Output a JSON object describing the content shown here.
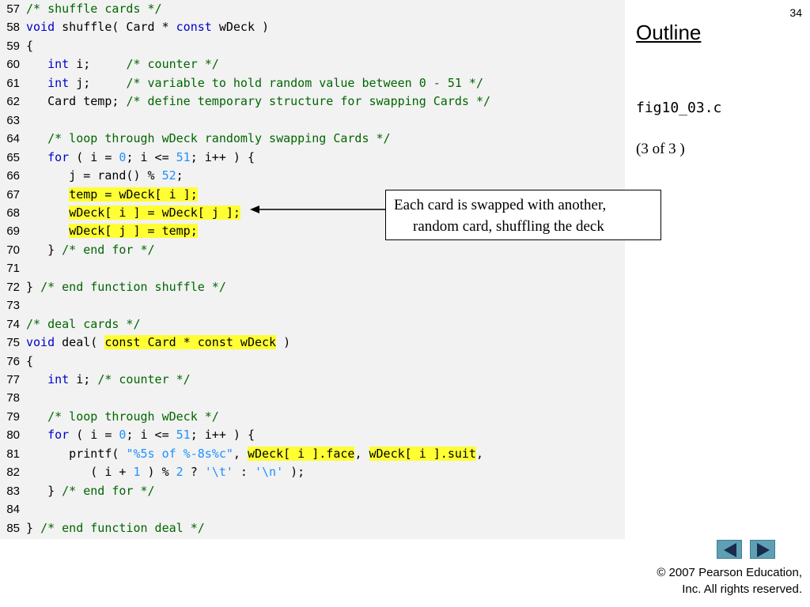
{
  "slide": {
    "number": "34",
    "outline": "Outline",
    "figure": "fig10_03.c",
    "page": "(3 of 3 )"
  },
  "callout": {
    "line1": "Each card is swapped with another,",
    "line2": "random card, shuffling the deck"
  },
  "footer": {
    "line1": "© 2007 Pearson Education,",
    "line2": "Inc.  All rights reserved."
  },
  "nav": {
    "prev_icon": "triangle-left-icon",
    "next_icon": "triangle-right-icon"
  },
  "colors": {
    "keyword": "#0000cc",
    "comment": "#006600",
    "number": "#1e90ff",
    "highlight": "#ffff33",
    "panel": "#f2f2f2"
  },
  "code": [
    {
      "n": "57",
      "tokens": [
        {
          "t": "/* shuffle cards */",
          "c": "cm"
        }
      ]
    },
    {
      "n": "58",
      "tokens": [
        {
          "t": "void",
          "c": "kw"
        },
        {
          "t": " shuffle( Card * "
        },
        {
          "t": "const",
          "c": "kw"
        },
        {
          "t": " wDeck )"
        }
      ]
    },
    {
      "n": "59",
      "tokens": [
        {
          "t": "{"
        }
      ]
    },
    {
      "n": "60",
      "tokens": [
        {
          "t": "   "
        },
        {
          "t": "int",
          "c": "kw"
        },
        {
          "t": " i;     "
        },
        {
          "t": "/* counter */",
          "c": "cm"
        }
      ]
    },
    {
      "n": "61",
      "tokens": [
        {
          "t": "   "
        },
        {
          "t": "int",
          "c": "kw"
        },
        {
          "t": " j;     "
        },
        {
          "t": "/* variable to hold random value between 0 - 51 */",
          "c": "cm"
        }
      ]
    },
    {
      "n": "62",
      "tokens": [
        {
          "t": "   Card temp; "
        },
        {
          "t": "/* define temporary structure for swapping Cards */",
          "c": "cm"
        }
      ]
    },
    {
      "n": "63",
      "tokens": []
    },
    {
      "n": "64",
      "tokens": [
        {
          "t": "   "
        },
        {
          "t": "/* loop through wDeck randomly swapping Cards */",
          "c": "cm"
        }
      ]
    },
    {
      "n": "65",
      "tokens": [
        {
          "t": "   "
        },
        {
          "t": "for",
          "c": "kw"
        },
        {
          "t": " ( i = "
        },
        {
          "t": "0",
          "c": "num"
        },
        {
          "t": "; i <= "
        },
        {
          "t": "51",
          "c": "num"
        },
        {
          "t": "; i++ ) {"
        }
      ]
    },
    {
      "n": "66",
      "tokens": [
        {
          "t": "      j = rand() % "
        },
        {
          "t": "52",
          "c": "num"
        },
        {
          "t": ";"
        }
      ]
    },
    {
      "n": "67",
      "tokens": [
        {
          "t": "      "
        },
        {
          "t": "temp = wDeck[ i ];",
          "c": "hl"
        }
      ]
    },
    {
      "n": "68",
      "tokens": [
        {
          "t": "      "
        },
        {
          "t": "wDeck[ i ] = wDeck[ j ];",
          "c": "hl"
        }
      ]
    },
    {
      "n": "69",
      "tokens": [
        {
          "t": "      "
        },
        {
          "t": "wDeck[ j ] = temp;",
          "c": "hl"
        }
      ]
    },
    {
      "n": "70",
      "tokens": [
        {
          "t": "   } "
        },
        {
          "t": "/* end for */",
          "c": "cm"
        }
      ]
    },
    {
      "n": "71",
      "tokens": []
    },
    {
      "n": "72",
      "tokens": [
        {
          "t": "} "
        },
        {
          "t": "/* end function shuffle */",
          "c": "cm"
        }
      ]
    },
    {
      "n": "73",
      "tokens": []
    },
    {
      "n": "74",
      "tokens": [
        {
          "t": "/* deal cards */",
          "c": "cm"
        }
      ]
    },
    {
      "n": "75",
      "tokens": [
        {
          "t": "void",
          "c": "kw"
        },
        {
          "t": " deal( "
        },
        {
          "t": "const Card * const wDeck",
          "c": "hl"
        },
        {
          "t": " )"
        }
      ]
    },
    {
      "n": "76",
      "tokens": [
        {
          "t": "{"
        }
      ]
    },
    {
      "n": "77",
      "tokens": [
        {
          "t": "   "
        },
        {
          "t": "int",
          "c": "kw"
        },
        {
          "t": " i; "
        },
        {
          "t": "/* counter */",
          "c": "cm"
        }
      ]
    },
    {
      "n": "78",
      "tokens": []
    },
    {
      "n": "79",
      "tokens": [
        {
          "t": "   "
        },
        {
          "t": "/* loop through wDeck */",
          "c": "cm"
        }
      ]
    },
    {
      "n": "80",
      "tokens": [
        {
          "t": "   "
        },
        {
          "t": "for",
          "c": "kw"
        },
        {
          "t": " ( i = "
        },
        {
          "t": "0",
          "c": "num"
        },
        {
          "t": "; i <= "
        },
        {
          "t": "51",
          "c": "num"
        },
        {
          "t": "; i++ ) {"
        }
      ]
    },
    {
      "n": "81",
      "tokens": [
        {
          "t": "      printf( "
        },
        {
          "t": "\"%5s of %-8s%c\"",
          "c": "str"
        },
        {
          "t": ", "
        },
        {
          "t": "wDeck[ i ].face",
          "c": "hl"
        },
        {
          "t": ", "
        },
        {
          "t": "wDeck[ i ].suit",
          "c": "hl"
        },
        {
          "t": ","
        }
      ]
    },
    {
      "n": "82",
      "tokens": [
        {
          "t": "         ( i + "
        },
        {
          "t": "1",
          "c": "num"
        },
        {
          "t": " ) % "
        },
        {
          "t": "2",
          "c": "num"
        },
        {
          "t": " ? "
        },
        {
          "t": "'\\t'",
          "c": "str"
        },
        {
          "t": " : "
        },
        {
          "t": "'\\n'",
          "c": "str"
        },
        {
          "t": " );"
        }
      ]
    },
    {
      "n": "83",
      "tokens": [
        {
          "t": "   } "
        },
        {
          "t": "/* end for */",
          "c": "cm"
        }
      ]
    },
    {
      "n": "84",
      "tokens": []
    },
    {
      "n": "85",
      "tokens": [
        {
          "t": "} "
        },
        {
          "t": "/* end function deal */",
          "c": "cm"
        }
      ]
    }
  ]
}
